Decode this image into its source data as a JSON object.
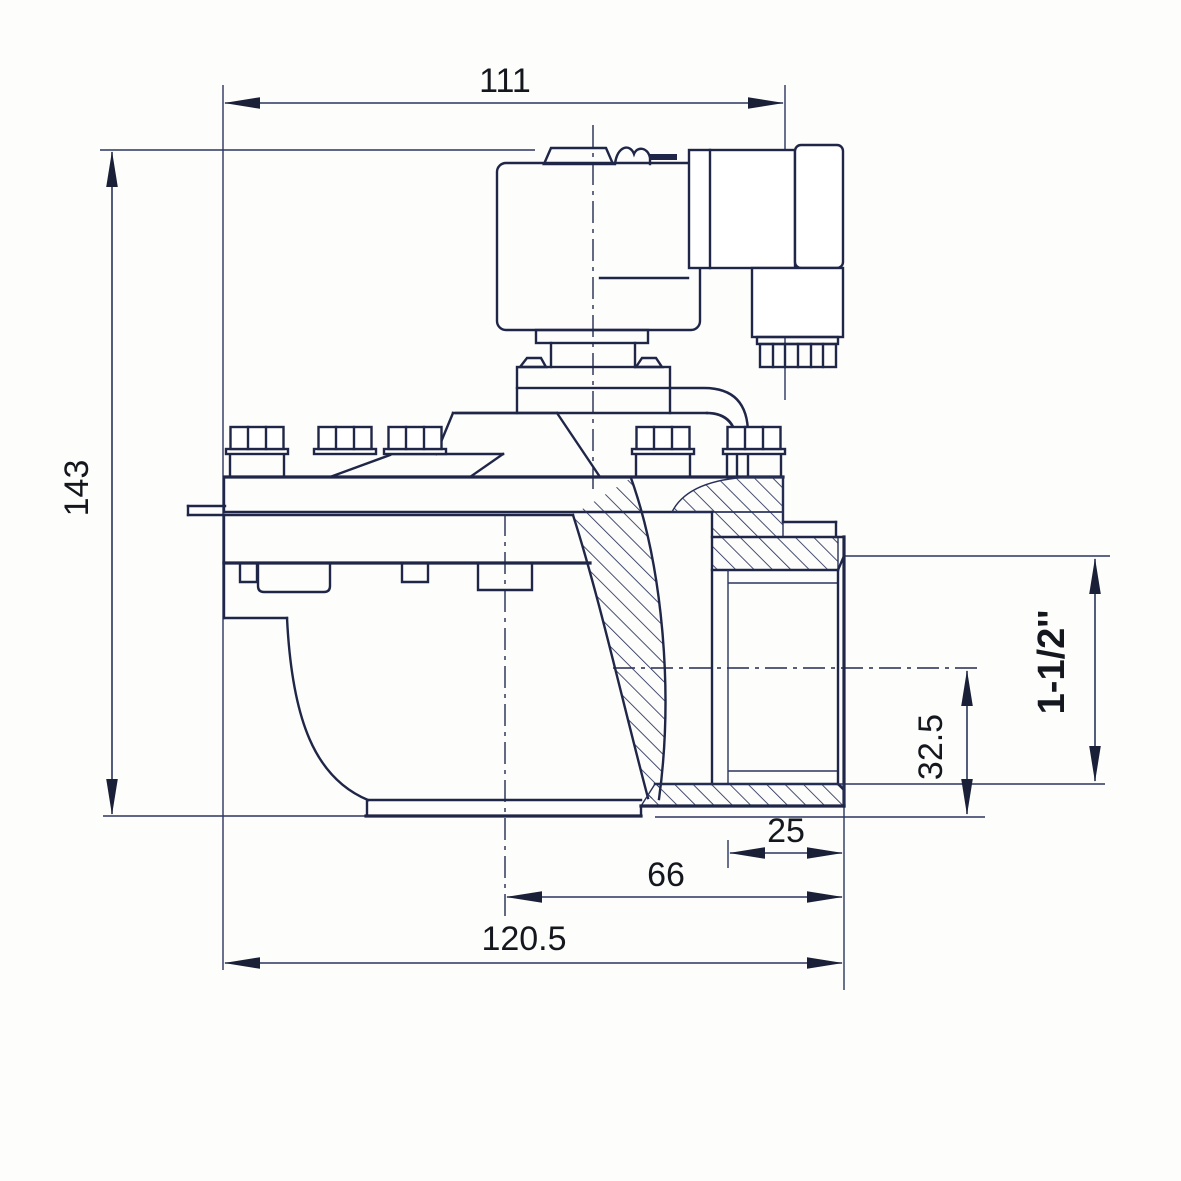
{
  "drawing": {
    "subject": "Pulse jet solenoid valve - sectioned side view technical drawing",
    "dimension_labels": {
      "overall_width_top": "111",
      "overall_height": "143",
      "port_thread_size": "1-1/2''",
      "port_axis_height": "32.5",
      "thread_boss_length": "25",
      "center_to_port_face": "66",
      "overall_width_bottom": "120.5"
    },
    "colors": {
      "line": "#1f2647",
      "dimension": "#2b3560",
      "text": "#14171e",
      "background": "#fdfdfb"
    }
  }
}
